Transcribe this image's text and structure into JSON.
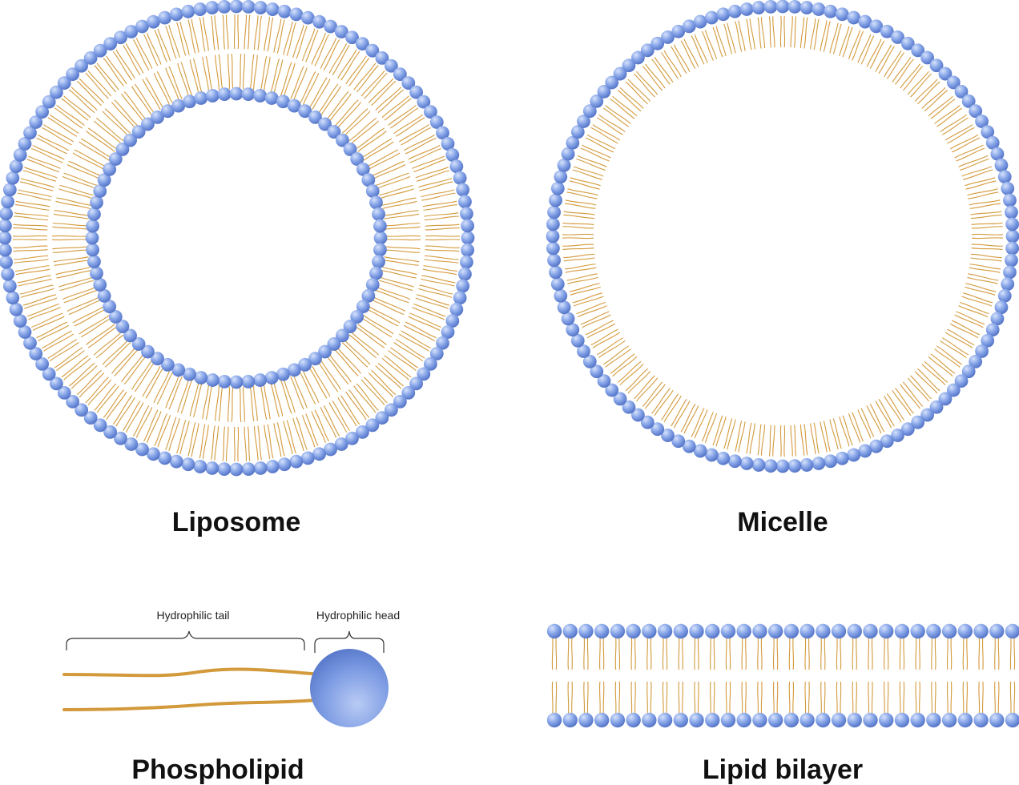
{
  "colors": {
    "head_light": "#c8d8f8",
    "head_mid": "#7f9fe6",
    "head_dark": "#4f6fc4",
    "tail": "#d39a3c",
    "text": "#111111",
    "bracket": "#333333"
  },
  "labels": {
    "liposome": "Liposome",
    "micelle": "Micelle",
    "phospholipid": "Phospholipid",
    "lipid_bilayer": "Lipid bilayer",
    "tail_label": "Hydrophilic tail",
    "head_label": "Hydrophilic head"
  }
}
